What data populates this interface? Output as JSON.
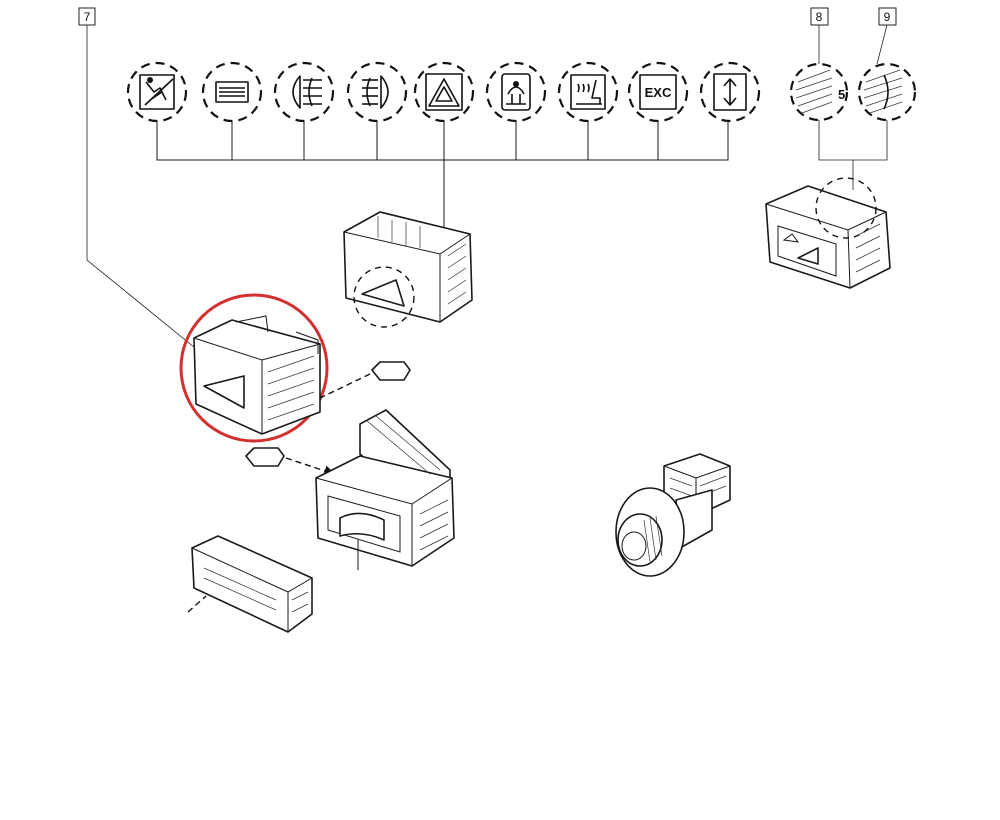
{
  "callouts": [
    {
      "id": "7",
      "label": "7"
    },
    {
      "id": "8",
      "label": "8"
    },
    {
      "id": "9",
      "label": "9"
    }
  ],
  "switch_icons": [
    {
      "name": "airbag-off-icon"
    },
    {
      "name": "rear-defrost-icon"
    },
    {
      "name": "front-fog-light-icon"
    },
    {
      "name": "rear-fog-light-icon"
    },
    {
      "name": "hazard-warning-icon"
    },
    {
      "name": "child-lock-icon"
    },
    {
      "name": "seat-heating-icon"
    },
    {
      "name": "exc-icon",
      "text": "EXC"
    },
    {
      "name": "height-adjust-icon"
    }
  ],
  "right_icons": [
    {
      "name": "speed-5-icon",
      "text": "5"
    },
    {
      "name": "speed-variable-icon"
    }
  ],
  "colors": {
    "ink": "#1a1a1a",
    "highlight": "#d32f2f",
    "background": "#ffffff"
  }
}
